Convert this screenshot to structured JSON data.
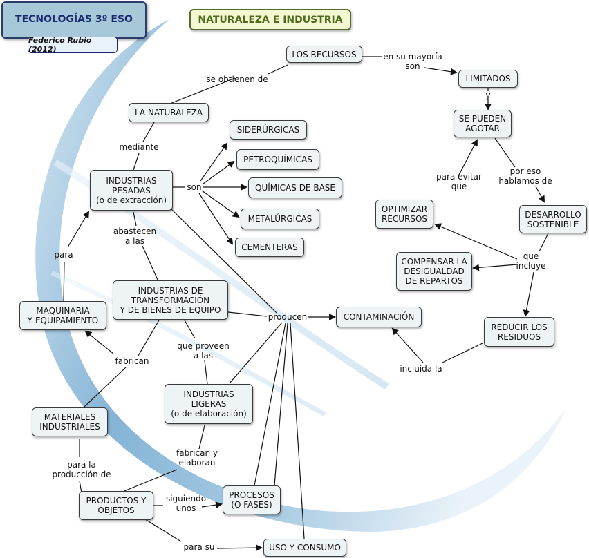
{
  "header": {
    "title": "TECNOLOGÍAS 3º ESO",
    "author": "Federico Rubio (2012)",
    "main_topic": "NATURALEZA E INDUSTRIA"
  },
  "nodes": [
    {
      "id": "recursos",
      "text": "LOS RECURSOS"
    },
    {
      "id": "limitados",
      "text": "LIMITADOS"
    },
    {
      "id": "agotar",
      "text": "SE PUEDEN\nAGOTAR"
    },
    {
      "id": "naturaleza",
      "text": "LA NATURALEZA"
    },
    {
      "id": "siderurgicas",
      "text": "SIDERÚRGICAS"
    },
    {
      "id": "petroquimicas",
      "text": "PETROQUÍMICAS"
    },
    {
      "id": "quimicas",
      "text": "QUÍMICAS DE BASE"
    },
    {
      "id": "metalurgicas",
      "text": "METALÚRGICAS"
    },
    {
      "id": "cementeras",
      "text": "CEMENTERAS"
    },
    {
      "id": "pesadas",
      "text": "INDUSTRIAS\nPESADAS\n(o de extracción)"
    },
    {
      "id": "optimizar",
      "text": "OPTIMIZAR\nRECURSOS"
    },
    {
      "id": "desarrollo",
      "text": "DESARROLLO\nSOSTENIBLE"
    },
    {
      "id": "compensar",
      "text": "COMPENSAR LA\nDESIGUALDAD\nDE REPARTOS"
    },
    {
      "id": "transformacion",
      "text": "INDUSTRIAS DE\nTRANSFORMACIÓN\nY DE BIENES DE EQUIPO"
    },
    {
      "id": "maquinaria",
      "text": "MAQUINARIA\nY EQUIPAMIENTO"
    },
    {
      "id": "contaminacion",
      "text": "CONTAMINACIÓN"
    },
    {
      "id": "residuos",
      "text": "REDUCIR LOS\nRESIDUOS"
    },
    {
      "id": "ligeras",
      "text": "INDUSTRIAS\nLIGERAS\n(o de elaboración)"
    },
    {
      "id": "materiales",
      "text": "MATERIALES\nINDUSTRIALES"
    },
    {
      "id": "productos",
      "text": "PRODUCTOS Y\nOBJETOS"
    },
    {
      "id": "procesos",
      "text": "PROCESOS\n(O FASES)"
    },
    {
      "id": "uso",
      "text": "USO Y CONSUMO"
    }
  ],
  "labels": [
    {
      "id": "se_obtienen",
      "text": "se obtienen de"
    },
    {
      "id": "en_su_mayoria",
      "text": "en su mayoría\nson"
    },
    {
      "id": "mediante",
      "text": "mediante"
    },
    {
      "id": "son",
      "text": "son"
    },
    {
      "id": "para_evitar",
      "text": "para evitar\nque"
    },
    {
      "id": "por_eso",
      "text": "por eso\nhablamos de"
    },
    {
      "id": "abastecen",
      "text": "abastecen\na las"
    },
    {
      "id": "para",
      "text": "para"
    },
    {
      "id": "que_incluye",
      "text": "que\nincluye"
    },
    {
      "id": "producen",
      "text": "producen"
    },
    {
      "id": "que_proveen",
      "text": "que proveen\na las"
    },
    {
      "id": "fabrican",
      "text": "fabrican"
    },
    {
      "id": "incluida",
      "text": "incluida la"
    },
    {
      "id": "fabrican_elaboran",
      "text": "fabrican y\nelaboran"
    },
    {
      "id": "para_la_produccion",
      "text": "para la\nproducción de"
    },
    {
      "id": "siguiendo",
      "text": "siguiendo\nunos"
    },
    {
      "id": "para_su",
      "text": "para su"
    },
    {
      "id": "y",
      "text": "y"
    }
  ]
}
